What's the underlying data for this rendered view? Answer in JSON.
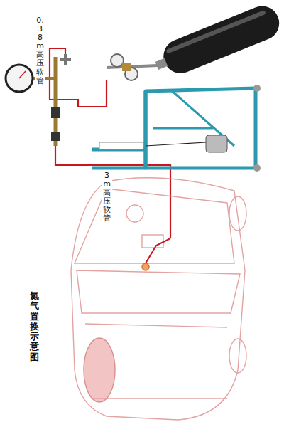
{
  "diagram": {
    "title": "氮气置换示意图",
    "labels": [
      "0.38m高压软管",
      "3m高压软管"
    ]
  }
}
